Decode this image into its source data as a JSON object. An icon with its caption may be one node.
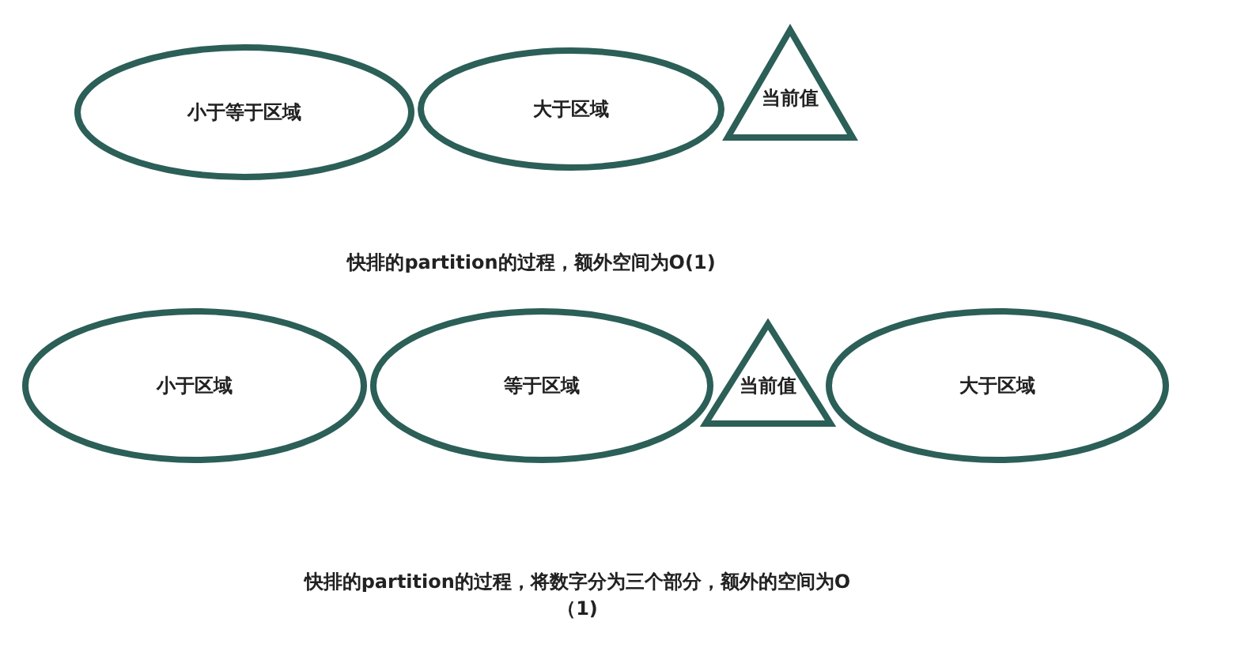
{
  "diagram": {
    "nodes": [
      {
        "text": [
          "小于等于区域"
        ]
      },
      {
        "text": [
          "大于区域"
        ]
      },
      {
        "text": [
          "当前值"
        ]
      },
      {
        "text": [
          "小于区域"
        ]
      },
      {
        "text": [
          "等于区域"
        ]
      },
      {
        "text": [
          "当前值"
        ]
      },
      {
        "text": [
          "大于区域"
        ]
      }
    ],
    "labels": [
      "快排的partition的过程，额外空间为O(1)",
      "快排的partition的过程，将数字分为三个部分，额外的空间为O（1)"
    ]
  }
}
